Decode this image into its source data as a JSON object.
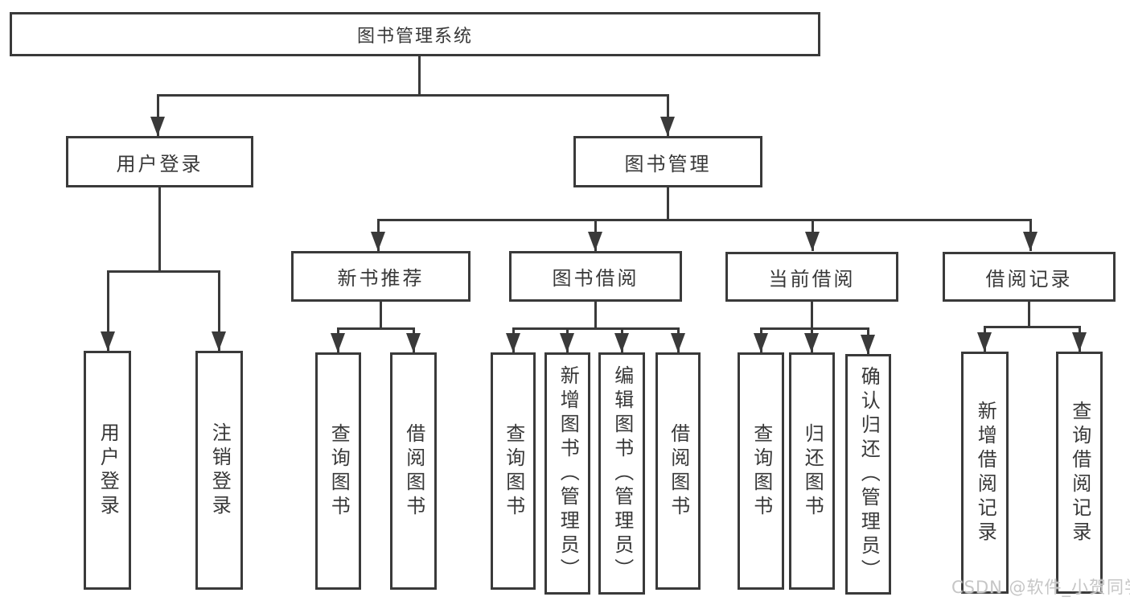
{
  "nodes": {
    "root": "图书管理系统",
    "login": "用户登录",
    "manage": "图书管理",
    "recommend": "新书推荐",
    "borrow": "图书借阅",
    "current": "当前借阅",
    "records": "借阅记录"
  },
  "leaves": {
    "login": [
      "用户登录",
      "注销登录"
    ],
    "recommend": [
      "查询图书",
      "借阅图书"
    ],
    "borrow": [
      "查询图书",
      "新增图书（管理员）",
      "编辑图书（管理员）",
      "借阅图书"
    ],
    "current": [
      "查询图书",
      "归还图书",
      "确认归还（管理员）"
    ],
    "records": [
      "新增借阅记录",
      "查询借阅记录"
    ]
  },
  "watermark": "CSDN @软件_小贺同学",
  "colors": {
    "line": "#3a3a3a",
    "text": "#383838",
    "watermark": "#c6c6c6",
    "background": "#ffffff"
  }
}
